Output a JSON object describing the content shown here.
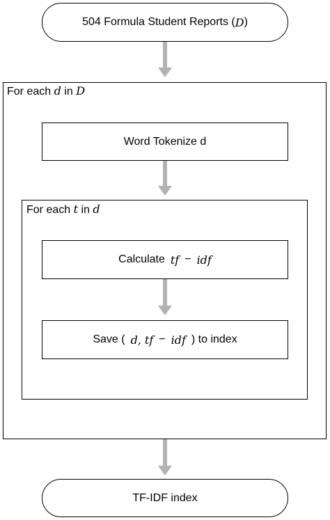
{
  "nodes": {
    "start": {
      "text": "504 Formula Student Reports (",
      "math": "D",
      "close": ")"
    },
    "tokenize": {
      "text": "Word Tokenize d"
    },
    "calculate": {
      "text": "Calculate",
      "math_a": "tf",
      "op": "−",
      "math_b": "idf"
    },
    "save": {
      "open": "Save (",
      "math_d": "d,",
      "math_a": "tf",
      "op": "−",
      "math_b": "idf",
      "close": ") to index"
    },
    "end": {
      "text": "TF-IDF index"
    }
  },
  "loops": {
    "outer": {
      "prefix": "For each",
      "var": "d",
      "in": "in",
      "set": "D"
    },
    "inner": {
      "prefix": "For each",
      "var": "t",
      "in": "in",
      "set": "d"
    }
  },
  "colors": {
    "stroke": "#000000",
    "arrow": "#b3b3b3",
    "background": "#ffffff"
  }
}
